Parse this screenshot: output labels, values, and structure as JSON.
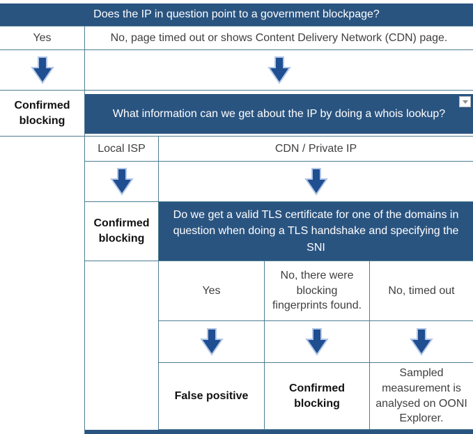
{
  "colors": {
    "header_bg": "#2a5480",
    "arrow_fill": "#1f4e91",
    "arrow_outline": "#b3c6e7",
    "border_color": "#4d7d91",
    "text_color": "#3f3f3f"
  },
  "flowchart": {
    "q1": "Does the IP in question point to a government blockpage?",
    "q1_yes": "Yes",
    "q1_no": "No, page timed out or shows Content Delivery Network (CDN) page.",
    "outcome_confirmed_1": "Confirmed blocking",
    "q2": "What information can we get about the IP by doing a whois lookup?",
    "q2_local_isp": "Local ISP",
    "q2_cdn": "CDN / Private IP",
    "outcome_confirmed_2": "Confirmed blocking",
    "q3": "Do we get a valid TLS certificate for one of the domains in question when doing a TLS handshake and specifying the SNI",
    "q3_yes": "Yes",
    "q3_fingerprints": "No, there were blocking fingerprints found.",
    "q3_timeout": "No, timed out",
    "outcome_false_positive": "False positive",
    "outcome_confirmed_3": "Confirmed blocking",
    "outcome_sampled": "Sampled measurement is analysed on OONI Explorer."
  }
}
